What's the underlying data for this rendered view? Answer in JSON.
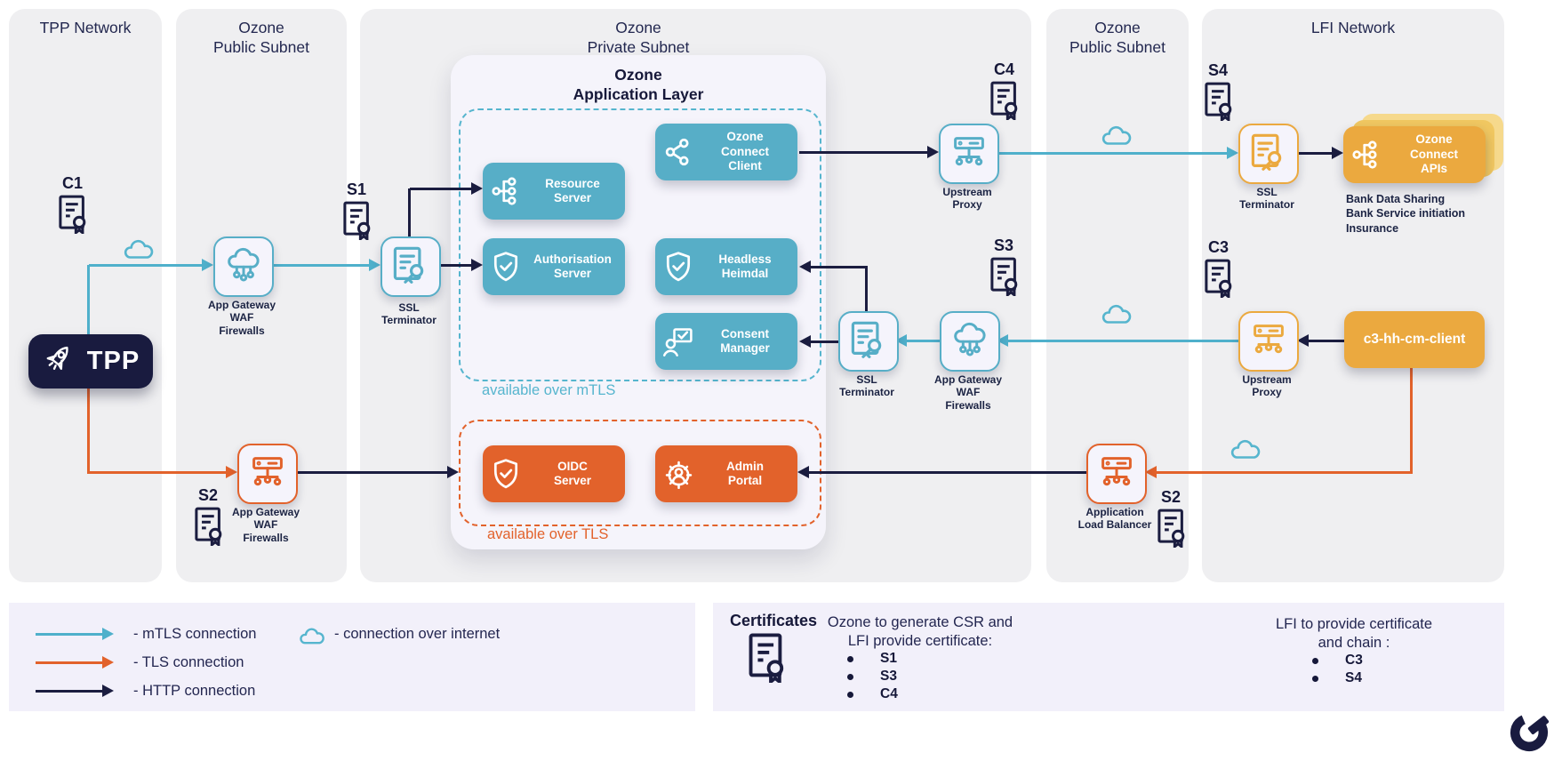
{
  "columns": [
    {
      "title": "TPP Network"
    },
    {
      "title": "Ozone\nPublic Subnet"
    },
    {
      "title": "Ozone\nPrivate Subnet"
    },
    {
      "title": "Ozone\nPublic Subnet"
    },
    {
      "title": "LFI Network"
    }
  ],
  "app_layer": {
    "title": "Ozone\nApplication Layer",
    "mtls_zone_label": "available over mTLS",
    "tls_zone_label": "available over TLS",
    "services": {
      "resource_server": "Resource\nServer",
      "authorisation_server": "Authorisation\nServer",
      "ozone_connect_client": "Ozone\nConnect\nClient",
      "headless_heimdal": "Headless\nHeimdal",
      "consent_manager": "Consent\nManager",
      "oidc_server": "OIDC\nServer",
      "admin_portal": "Admin\nPortal"
    }
  },
  "tpp": {
    "label": "TPP"
  },
  "nodes": {
    "app_gateway_1": "App Gateway\nWAF\nFirewalls",
    "ssl_terminator_1": "SSL\nTerminator",
    "upstream_proxy_1": "Upstream\nProxy",
    "ssl_terminator_2": "SSL\nTerminator",
    "app_gateway_2": "App Gateway\nWAF\nFirewalls",
    "app_gateway_3": "App Gateway\nWAF\nFirewalls",
    "application_load_balancer": "Application\nLoad Balancer",
    "ssl_terminator_lfi": "SSL\nTerminator",
    "upstream_proxy_lfi": "Upstream\nProxy"
  },
  "certificates": {
    "c1": "C1",
    "s1": "S1",
    "s2_left": "S2",
    "c4": "C4",
    "s3": "S3",
    "s2_right": "S2",
    "c3": "C3",
    "s4": "S4"
  },
  "lfi": {
    "ozone_connect_apis": "Ozone\nConnect\nAPIs",
    "apis_sub": "Bank Data Sharing\nBank Service initiation\nInsurance",
    "client": "c3-hh-cm-client"
  },
  "legend": {
    "mtls": "- mTLS connection",
    "tls": "- TLS connection",
    "http": "- HTTP connection",
    "internet": "- connection over internet"
  },
  "cert_panel": {
    "title": "Certificates",
    "ozone_group": {
      "heading": "Ozone to generate CSR and\nLFI provide certificate:",
      "items": [
        "S1",
        "S3",
        "C4"
      ]
    },
    "lfi_group": {
      "heading": "LFI to provide certificate\nand chain :",
      "items": [
        "C3",
        "S4"
      ]
    }
  },
  "colors": {
    "mtls": "#4fb0cb",
    "tls": "#e2622b",
    "http": "#1b1d40",
    "teal_box": "#57aec7",
    "amber": "#eba93f",
    "navy": "#191b3f"
  }
}
